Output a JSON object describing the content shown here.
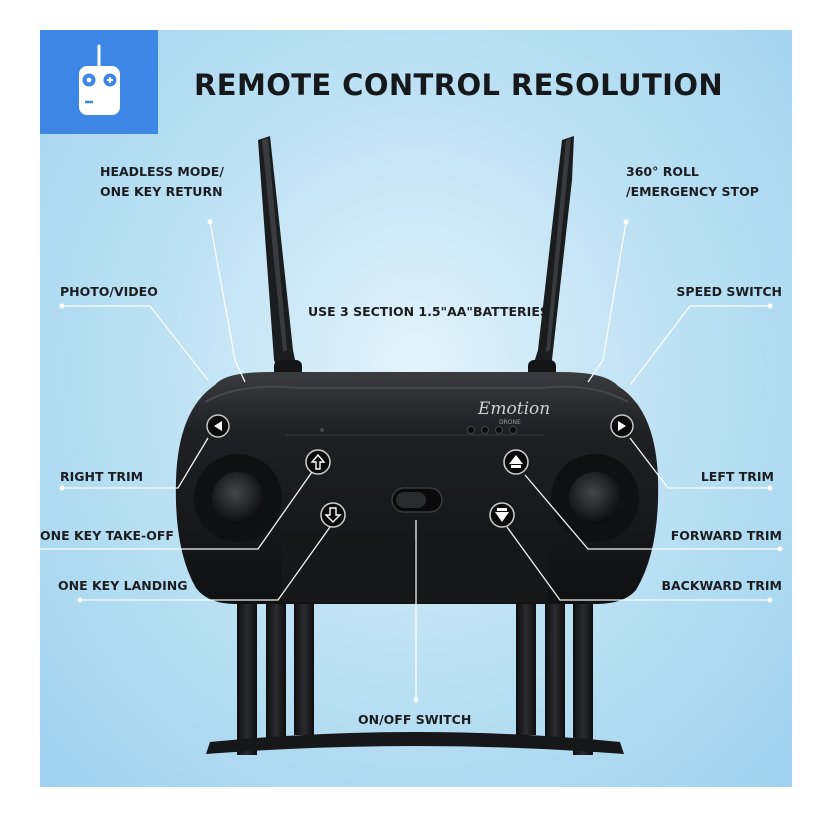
{
  "header": {
    "title": "REMOTE CONTROL RESOLUTION",
    "logo_icon": "remote-controller-icon"
  },
  "product": {
    "brand": "Emotion",
    "sub": "DRONE"
  },
  "labels": {
    "headless_mode_line1": "HEADLESS MODE/",
    "headless_mode_line2": "ONE KEY RETURN",
    "roll_line1": "360° ROLL",
    "roll_line2": "/EMERGENCY STOP",
    "photo_video": "PHOTO/VIDEO",
    "speed_switch": "SPEED SWITCH",
    "batteries": "USE 3 SECTION 1.5\"AA\"BATTERIES",
    "right_trim": "RIGHT TRIM",
    "left_trim": "LEFT TRIM",
    "one_key_takeoff": "ONE KEY TAKE-OFF",
    "forward_trim": "FORWARD TRIM",
    "one_key_landing": "ONE KEY LANDING",
    "backward_trim": "BACKWARD TRIM",
    "on_off_switch": "ON/OFF SWITCH"
  },
  "colors": {
    "accent": "#3d86e6",
    "background_light": "#e4f3fb",
    "background_dark": "#9fd2ee",
    "device": "#1e1f21",
    "callout_line": "#ffffff"
  }
}
